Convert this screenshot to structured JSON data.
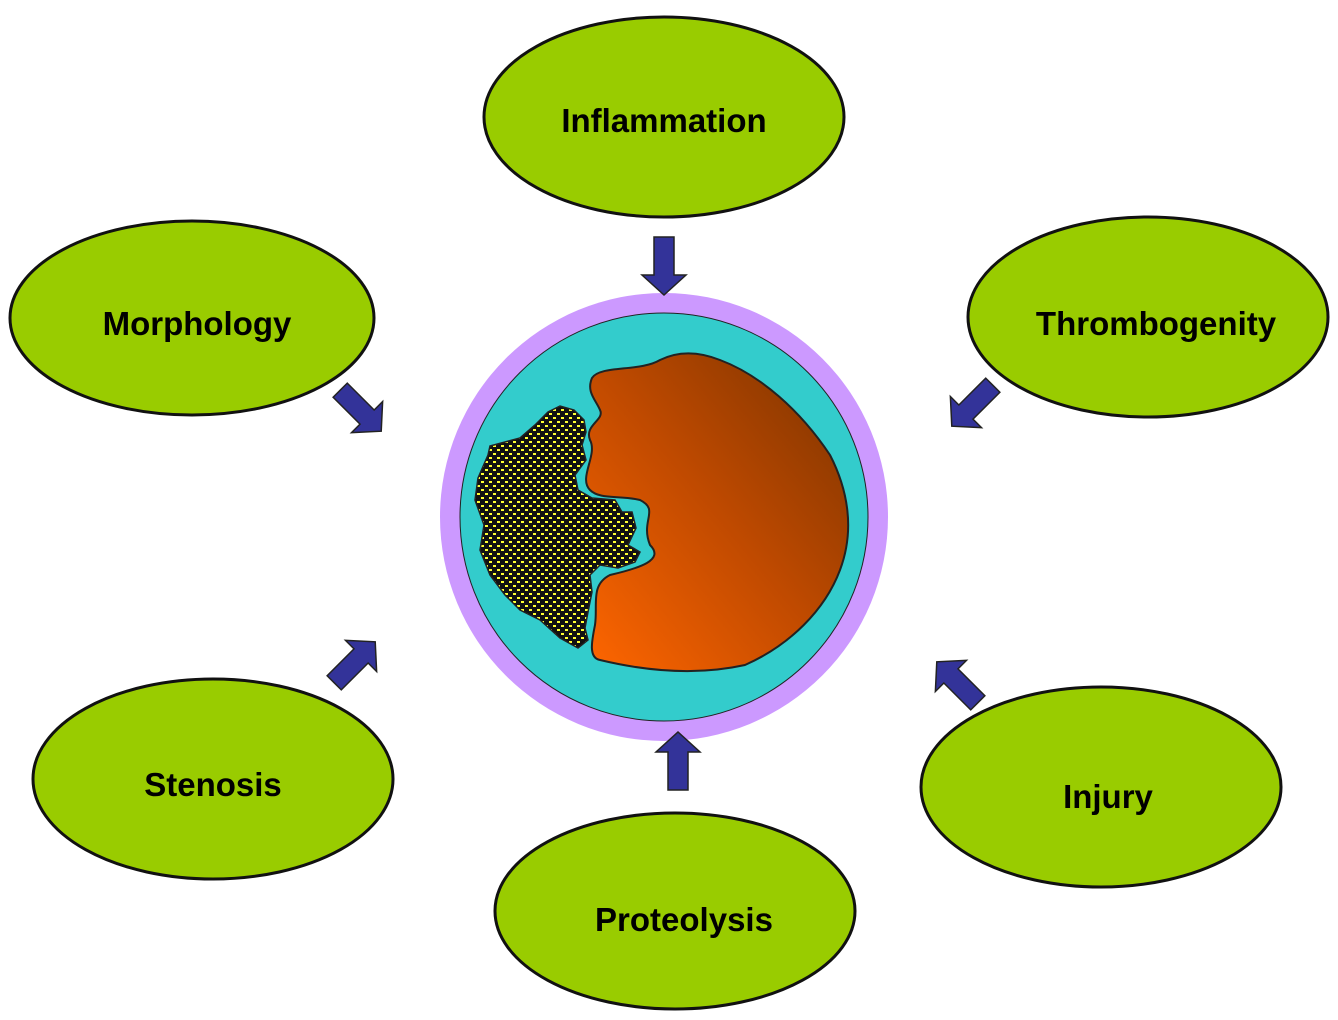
{
  "colors": {
    "ellipse_fill": "#99cc00",
    "arrow_fill": "#333399",
    "outer_ring": "#cc99ff",
    "lumen_ring": "#33cccc",
    "core_light": "#ff6600",
    "core_dark": "#7a3300",
    "plaque_fill": "#111111",
    "plaque_dots": "#ffff33"
  },
  "factors": {
    "top": {
      "label": "Inflammation"
    },
    "upper_left": {
      "label": "Morphology"
    },
    "upper_right": {
      "label": "Thrombogenity"
    },
    "lower_left": {
      "label": "Stenosis"
    },
    "lower_right": {
      "label": "Injury"
    },
    "bottom": {
      "label": "Proteolysis"
    }
  }
}
